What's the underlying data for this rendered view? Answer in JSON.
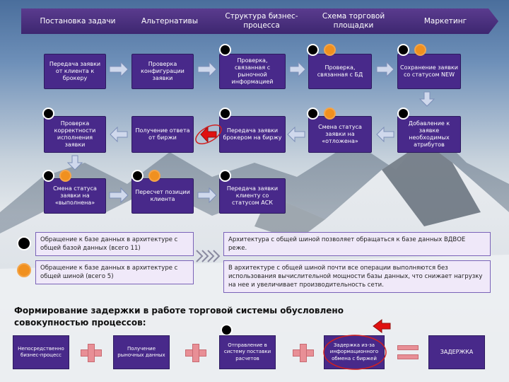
{
  "headers": [
    "Постановка задачи",
    "Альтернативы",
    "Структура бизнес-процесса",
    "Схема торговой площадки",
    "Маркетинг"
  ],
  "boxes": {
    "r1c1": "Передача заявки от клиента к брокеру",
    "r1c2": "Проверка конфигурации заявки",
    "r1c3": "Проверка, связанная с рыночной информацией",
    "r1c4": "Проверка, связанная с БД",
    "r1c5": "Сохранение заявки со статусом NEW",
    "r2c1": "Проверка корректности исполнения заявки",
    "r2c2": "Получение ответа от биржи",
    "r2c3": "Передача заявки брокером на биржу",
    "r2c4": "Смена статуса заявки на «отложена»",
    "r2c5": "Добавление к заявке необходимых атрибутов",
    "r3c1": "Смена статуса заявки на «выполнена»",
    "r3c2": "Пересчет позиции клиента",
    "r3c3": "Передача заявки клиенту со статусом АСК"
  },
  "legend": {
    "black": "Обращение к базе данных в архитектуре с общей базой данных (всего 11)",
    "orange": "Обращение к базе данных в архитектуре с общей шиной (всего 5)"
  },
  "notes": {
    "note1": "Архитектура с общей шиной позволяет обращаться к базе данных ВДВОЕ реже.",
    "note2": "В архитектуре с общей шиной почти все операции выполняются без использования вычислительной мощности базы данных, что снижает нагрузку на нее и увеличивает производительность сети."
  },
  "heading": "Формирование задержки в работе торговой системы обусловлено совокупностью процессов:",
  "summary": {
    "s1": "Непосредственно бизнес-процесс",
    "s2": "Получение рыночных данных",
    "s3": "Отправление в систему поставки расчетов",
    "s4": "Задержка из-за информационного обмена с биржей",
    "s5": "ЗАДЕРЖКА"
  },
  "colors": {
    "box": "#48298a",
    "header": "#3d2770",
    "black_dot": "#000000",
    "orange_dot": "#f0901f",
    "operator": "#e88f96",
    "highlight": "#e01010"
  },
  "icons": [
    "arrow-right-icon",
    "arrow-down-icon",
    "arrow-left-icon",
    "plus-icon",
    "equals-icon",
    "flag-icon"
  ]
}
